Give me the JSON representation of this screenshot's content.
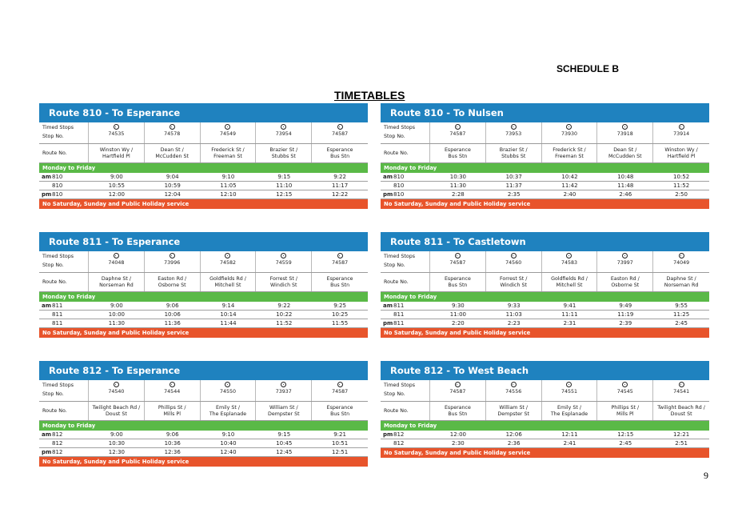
{
  "schedule_label": "SCHEDULE B",
  "title": "TIMETABLES",
  "page_number": "9",
  "labels": {
    "timed_stops": "Timed Stops",
    "stop_no": "Stop No.",
    "route_no": "Route No.",
    "monday_to_friday": "Monday to Friday",
    "no_weekend": "No Saturday, Sunday and Public Holiday service"
  },
  "timetables": [
    {
      "title": "Route 810 - To Esperance",
      "stops": [
        {
          "no": "74535",
          "name": [
            "Winston Wy /",
            "Hartfield Pl"
          ]
        },
        {
          "no": "74578",
          "name": [
            "Dean St /",
            "McCudden St"
          ]
        },
        {
          "no": "74549",
          "name": [
            "Frederick St /",
            "Freeman St"
          ]
        },
        {
          "no": "73954",
          "name": [
            "Brazier St /",
            "Stubbs St"
          ]
        },
        {
          "no": "74587",
          "name": [
            "Esperance",
            "Bus Stn"
          ]
        }
      ],
      "trips": [
        {
          "period": "am",
          "route": "810",
          "times": [
            "9:00",
            "9:04",
            "9:10",
            "9:15",
            "9:22"
          ]
        },
        {
          "period": "",
          "route": "810",
          "times": [
            "10:55",
            "10:59",
            "11:05",
            "11:10",
            "11:17"
          ]
        },
        {
          "period": "pm",
          "route": "810",
          "times": [
            "12:00",
            "12:04",
            "12:10",
            "12:15",
            "12:22"
          ]
        }
      ]
    },
    {
      "title": "Route 810 - To Nulsen",
      "stops": [
        {
          "no": "74587",
          "name": [
            "Esperance",
            "Bus Stn"
          ]
        },
        {
          "no": "73953",
          "name": [
            "Brazier St /",
            "Stubbs St"
          ]
        },
        {
          "no": "73930",
          "name": [
            "Frederick St /",
            "Freeman St"
          ]
        },
        {
          "no": "73918",
          "name": [
            "Dean St /",
            "McCudden St"
          ]
        },
        {
          "no": "73914",
          "name": [
            "Winston Wy /",
            "Hartfield Pl"
          ]
        }
      ],
      "trips": [
        {
          "period": "am",
          "route": "810",
          "times": [
            "10:30",
            "10:37",
            "10:42",
            "10:48",
            "10:52"
          ]
        },
        {
          "period": "",
          "route": "810",
          "times": [
            "11:30",
            "11:37",
            "11:42",
            "11:48",
            "11:52"
          ]
        },
        {
          "period": "pm",
          "route": "810",
          "times": [
            "2:28",
            "2:35",
            "2:40",
            "2:46",
            "2:50"
          ]
        }
      ]
    },
    {
      "title": "Route 811 - To Esperance",
      "stops": [
        {
          "no": "74048",
          "name": [
            "Daphne St /",
            "Norseman Rd"
          ]
        },
        {
          "no": "73996",
          "name": [
            "Easton Rd /",
            "Osborne St"
          ]
        },
        {
          "no": "74582",
          "name": [
            "Goldfields Rd /",
            "Mitchell St"
          ]
        },
        {
          "no": "74559",
          "name": [
            "Forrest St /",
            "Windich St"
          ]
        },
        {
          "no": "74587",
          "name": [
            "Esperance",
            "Bus Stn"
          ]
        }
      ],
      "trips": [
        {
          "period": "am",
          "route": "811",
          "times": [
            "9:00",
            "9:06",
            "9:14",
            "9:22",
            "9:25"
          ]
        },
        {
          "period": "",
          "route": "811",
          "times": [
            "10:00",
            "10:06",
            "10:14",
            "10:22",
            "10:25"
          ]
        },
        {
          "period": "",
          "route": "811",
          "times": [
            "11:30",
            "11:36",
            "11:44",
            "11:52",
            "11:55"
          ]
        }
      ]
    },
    {
      "title": "Route 811 - To Castletown",
      "stops": [
        {
          "no": "74587",
          "name": [
            "Esperance",
            "Bus Stn"
          ]
        },
        {
          "no": "74560",
          "name": [
            "Forrest St /",
            "Windich St"
          ]
        },
        {
          "no": "74583",
          "name": [
            "Goldfields Rd /",
            "Mitchell St"
          ]
        },
        {
          "no": "73997",
          "name": [
            "Easton Rd /",
            "Osborne St"
          ]
        },
        {
          "no": "74049",
          "name": [
            "Daphne St /",
            "Norseman Rd"
          ]
        }
      ],
      "trips": [
        {
          "period": "am",
          "route": "811",
          "times": [
            "9:30",
            "9:33",
            "9:41",
            "9:49",
            "9:55"
          ]
        },
        {
          "period": "",
          "route": "811",
          "times": [
            "11:00",
            "11:03",
            "11:11",
            "11:19",
            "11:25"
          ]
        },
        {
          "period": "pm",
          "route": "811",
          "times": [
            "2:20",
            "2:23",
            "2:31",
            "2:39",
            "2:45"
          ]
        }
      ]
    },
    {
      "title": "Route 812 - To Esperance",
      "stops": [
        {
          "no": "74540",
          "name": [
            "Twilight Beach Rd /",
            "Doust St"
          ]
        },
        {
          "no": "74544",
          "name": [
            "Phillips St /",
            "Mills Pl"
          ]
        },
        {
          "no": "74550",
          "name": [
            "Emily St /",
            "The Esplanade"
          ]
        },
        {
          "no": "73937",
          "name": [
            "William St /",
            "Dempster St"
          ]
        },
        {
          "no": "74587",
          "name": [
            "Esperance",
            "Bus Stn"
          ]
        }
      ],
      "trips": [
        {
          "period": "am",
          "route": "812",
          "times": [
            "9:00",
            "9:06",
            "9:10",
            "9:15",
            "9:21"
          ]
        },
        {
          "period": "",
          "route": "812",
          "times": [
            "10:30",
            "10:36",
            "10:40",
            "10:45",
            "10:51"
          ]
        },
        {
          "period": "pm",
          "route": "812",
          "times": [
            "12:30",
            "12:36",
            "12:40",
            "12:45",
            "12:51"
          ]
        }
      ]
    },
    {
      "title": "Route 812 - To West Beach",
      "stops": [
        {
          "no": "74587",
          "name": [
            "Esperance",
            "Bus Stn"
          ]
        },
        {
          "no": "74556",
          "name": [
            "William St /",
            "Dempster St"
          ]
        },
        {
          "no": "74551",
          "name": [
            "Emily St /",
            "The Esplanade"
          ]
        },
        {
          "no": "74545",
          "name": [
            "Phillips St /",
            "Mills Pl"
          ]
        },
        {
          "no": "74541",
          "name": [
            "Twilight Beach Rd /",
            "Doust St"
          ]
        }
      ],
      "trips": [
        {
          "period": "pm",
          "route": "812",
          "times": [
            "12:00",
            "12:06",
            "12:11",
            "12:15",
            "12:21"
          ]
        },
        {
          "period": "",
          "route": "812",
          "times": [
            "2:30",
            "2:36",
            "2:41",
            "2:45",
            "2:51"
          ]
        }
      ]
    }
  ]
}
